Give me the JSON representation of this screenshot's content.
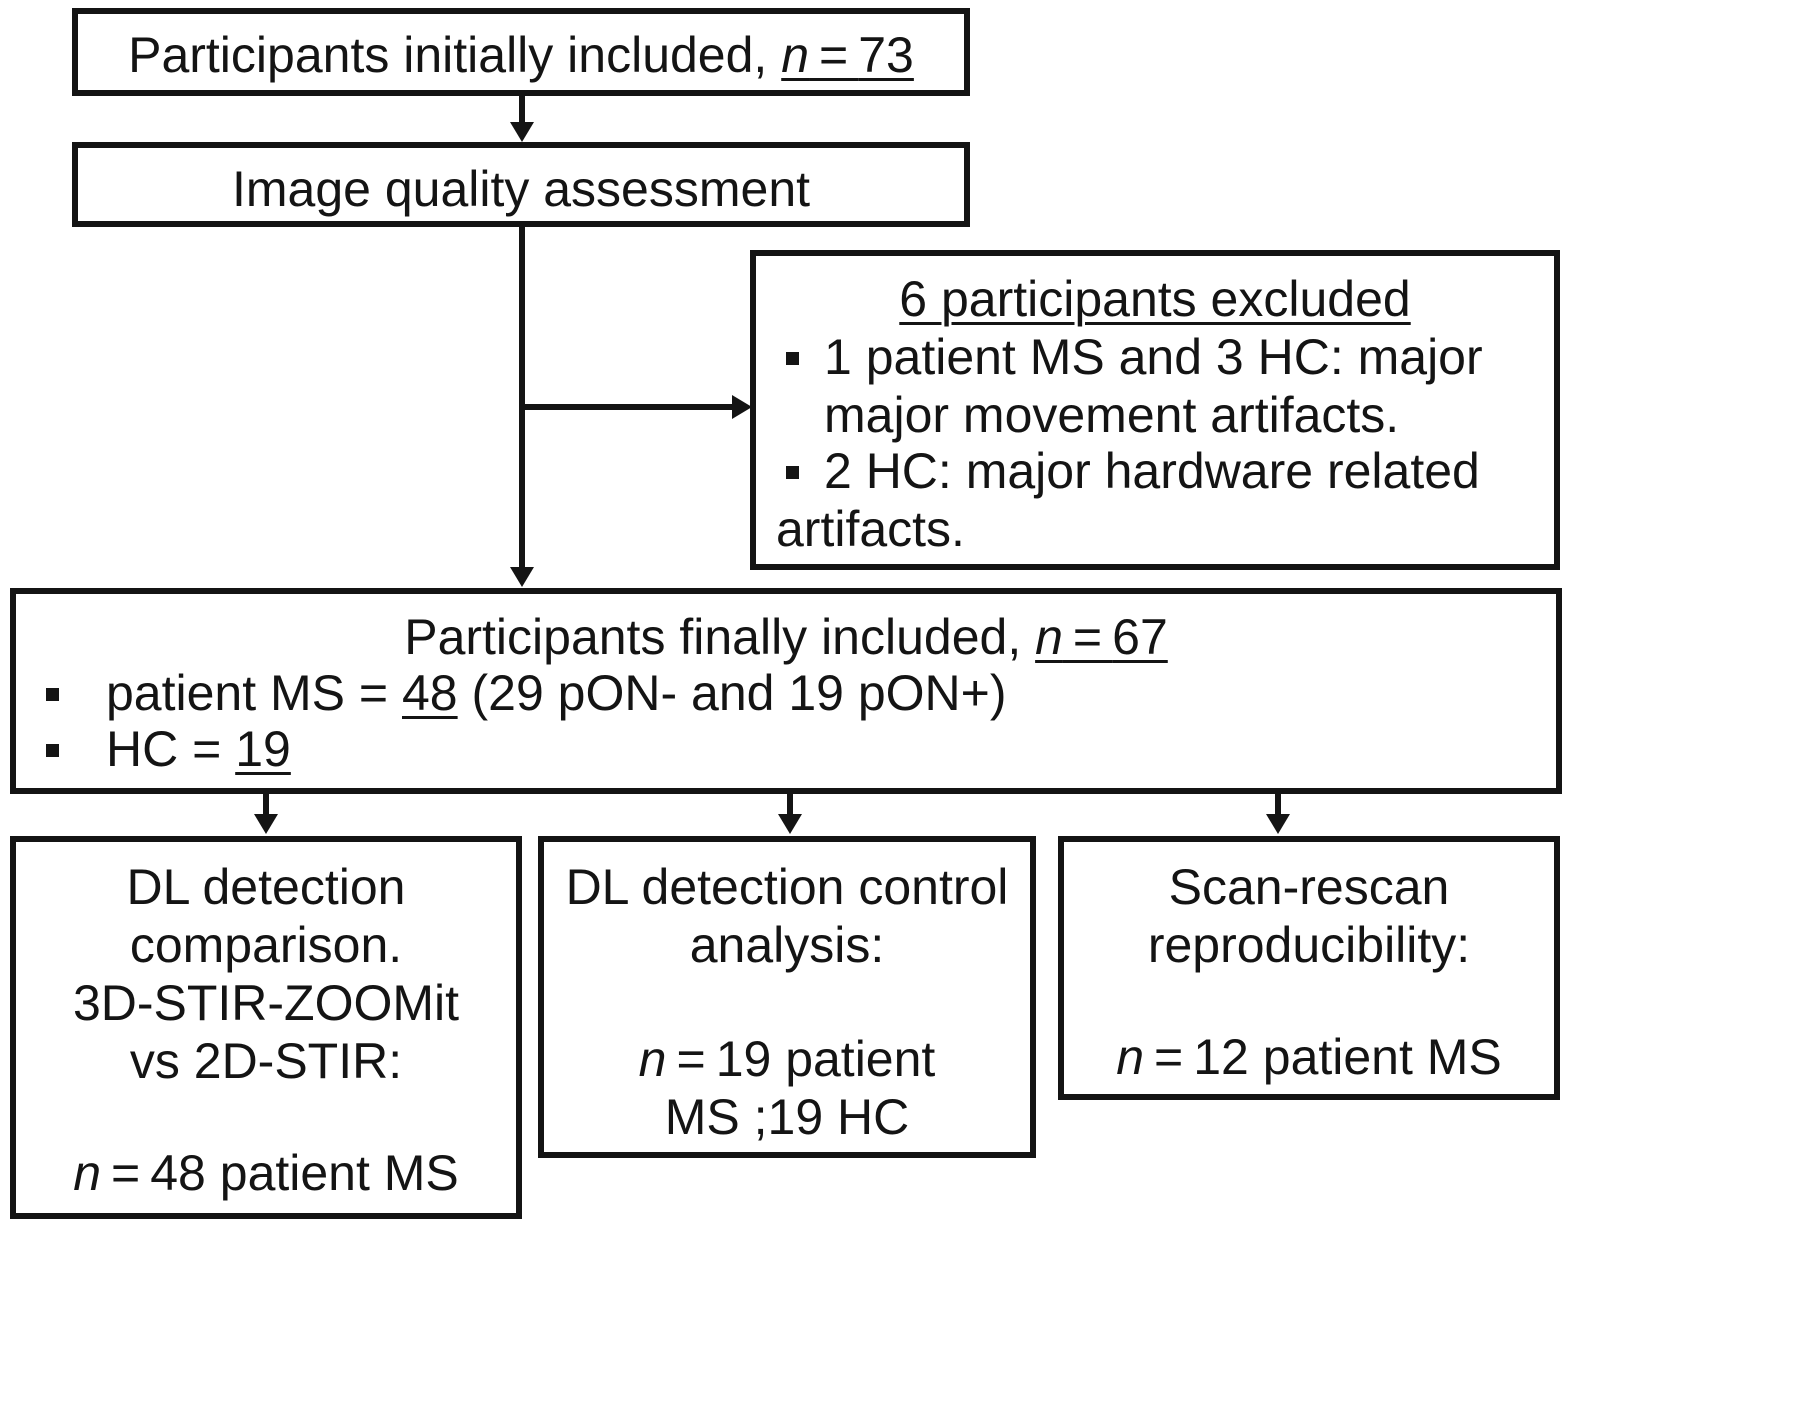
{
  "box_initial": {
    "prefix": "Participants initially included, ",
    "n_label": "n",
    "eq": " = ",
    "value": "73"
  },
  "box_quality": {
    "label": "Image quality assessment"
  },
  "box_excluded": {
    "title": "6 participants excluded",
    "item1_line1": "1 patient MS and 3 HC: major",
    "item1_line2": "major movement artifacts.",
    "item2_line1": "2 HC: major hardware related",
    "item2_line2": "artifacts."
  },
  "box_final": {
    "prefix": "Participants finally included, ",
    "n_label": "n",
    "eq": " = ",
    "value": "67",
    "item1_prefix": "patient MS = ",
    "item1_value": "48",
    "item1_suffix": " (29 pON- and 19 pON+)",
    "item2_prefix": "HC = ",
    "item2_value": "19"
  },
  "box_dl_comparison": {
    "line1": "DL detection",
    "line2": "comparison.",
    "line3": "3D-STIR-ZOOMit",
    "line4": "vs 2D-STIR:",
    "n_label": "n",
    "n_text": " = 48 patient MS"
  },
  "box_dl_control": {
    "line1": "DL detection control",
    "line2": "analysis:",
    "n_label": "n",
    "n_text": " = 19 patient",
    "line_last": "MS ;19 HC"
  },
  "box_scan_rescan": {
    "line1": "Scan-rescan",
    "line2": "reproducibility:",
    "n_label": "n",
    "n_text": " = 12 patient MS"
  }
}
